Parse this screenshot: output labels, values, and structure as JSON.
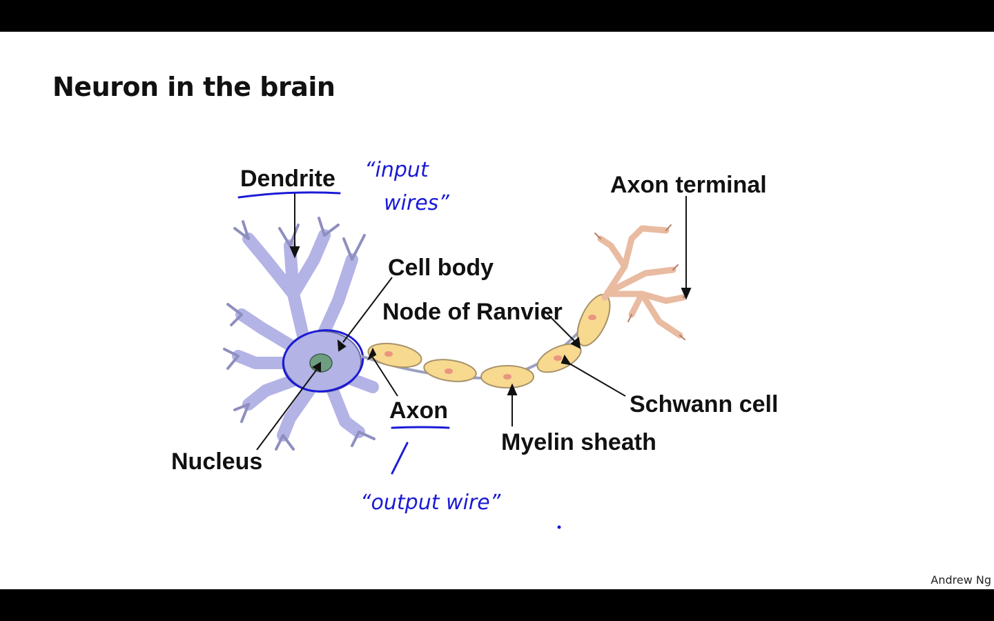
{
  "slide": {
    "title": "Neuron in the brain",
    "author": "Andrew Ng"
  },
  "diagram": {
    "labels": {
      "dendrite": "Dendrite",
      "axon_terminal": "Axon terminal",
      "cell_body": "Cell body",
      "node_of_ranvier": "Node of Ranvier",
      "schwann_cell": "Schwann cell",
      "axon": "Axon",
      "myelin_sheath": "Myelin sheath",
      "nucleus": "Nucleus"
    },
    "annotations": {
      "input_line1": "“input",
      "input_line2": "wires”",
      "output": "“output wire”"
    },
    "colors": {
      "dendrite_fill": "#b3b3e6",
      "dendrite_stroke": "#6b6b99",
      "nucleus": "#6e9e82",
      "myelin": "#f7d98f",
      "myelin_stroke": "#a8926a",
      "schwann_dot": "#e99580",
      "terminal": "#e9bba1",
      "terminal_stroke": "#b07e66",
      "ink": "#1a1ad6"
    }
  }
}
